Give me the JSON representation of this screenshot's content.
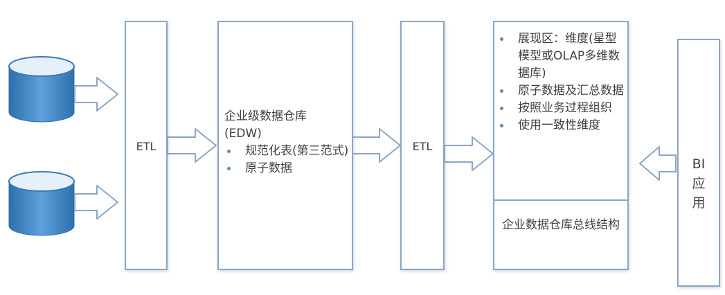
{
  "stages": {
    "etl_1": {
      "label": "ETL"
    },
    "edw": {
      "title": "企业级数据仓库",
      "subtitle": "(EDW)",
      "bullets": [
        "规范化表(第三范式)",
        "原子数据"
      ]
    },
    "etl_2": {
      "label": "ETL"
    },
    "presentation": {
      "bullets": [
        "展现区：维度(星型模型或OLAP多维数据库)",
        "原子数据及汇总数据",
        "按照业务过程组织",
        "使用一致性维度"
      ],
      "bottom_label": "企业数据仓库总线结构"
    },
    "bi": {
      "chars": [
        "BI",
        "应",
        "用"
      ]
    }
  },
  "colors": {
    "border": "#8aa6c6",
    "cylinder_fill": "#4f8fc9",
    "cylinder_top": "#e6f0fa",
    "arrow_fill": "#ffffff",
    "arrow_stroke": "#8aa6c6",
    "text": "#404040",
    "bullet": "#5b8ab8"
  },
  "icons": [
    "database-cylinder-icon",
    "right-block-arrow-icon",
    "left-block-arrow-icon"
  ]
}
